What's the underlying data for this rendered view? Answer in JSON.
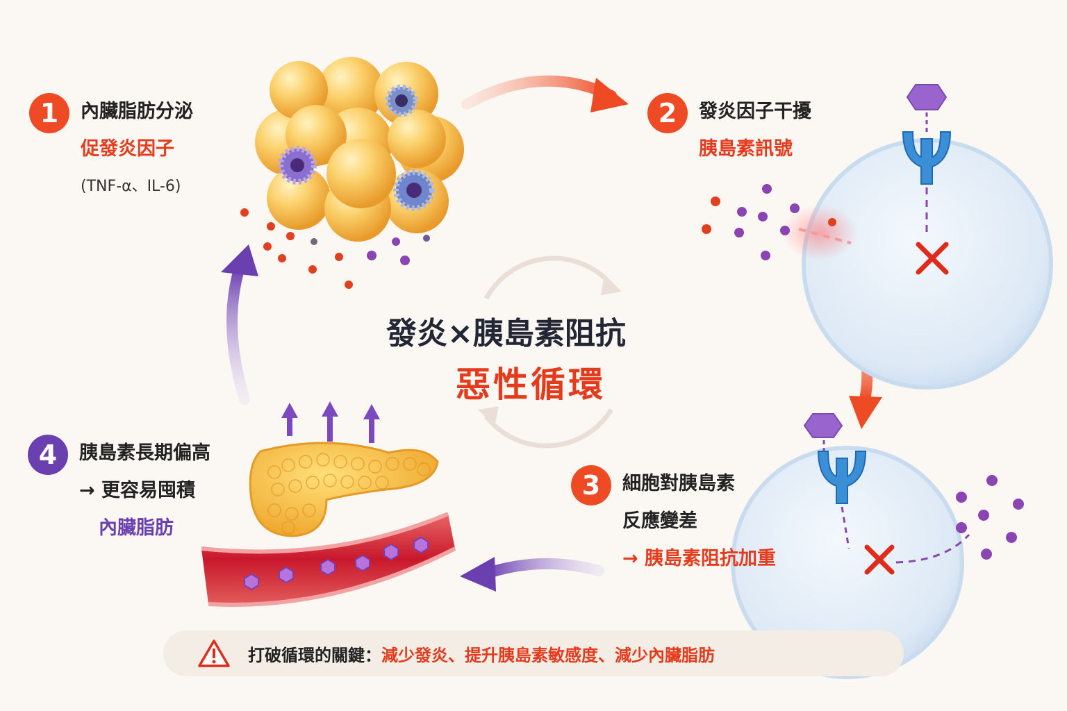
{
  "title": {
    "main": "發炎×胰島素阻抗",
    "sub": "惡性循環"
  },
  "steps": [
    {
      "number": "1",
      "color": "#ee4b25",
      "lines": [
        "內臟脂肪分泌",
        "促發炎因子",
        "(TNF-α、IL-6)"
      ]
    },
    {
      "number": "2",
      "color": "#ee4b25",
      "lines": [
        "發炎因子干擾",
        "胰島素訊號"
      ]
    },
    {
      "number": "3",
      "color": "#ee4b25",
      "lines": [
        "細胞對胰島素",
        "反應變差",
        "→ 胰島素阻抗加重"
      ]
    },
    {
      "number": "4",
      "color": "#6a3fb0",
      "lines": [
        "胰島素長期偏高",
        "→ 更容易囤積",
        "內臟脂肪"
      ]
    }
  ],
  "footer": {
    "label": "打破循環的關鍵：",
    "highlight": "減少發炎、提升胰島素敏感度、減少內臟脂肪"
  },
  "icons": [
    "warning-icon",
    "fat-cell-cluster-icon",
    "cell-receptor-icon",
    "pancreas-icon",
    "blood-vessel-icon",
    "block-x-icon"
  ],
  "colors": {
    "accent_red": "#e53a1c",
    "accent_purple": "#6a3fb0",
    "fat_yellow": "#f6b63a",
    "cell_blue": "#dbe9f6"
  }
}
